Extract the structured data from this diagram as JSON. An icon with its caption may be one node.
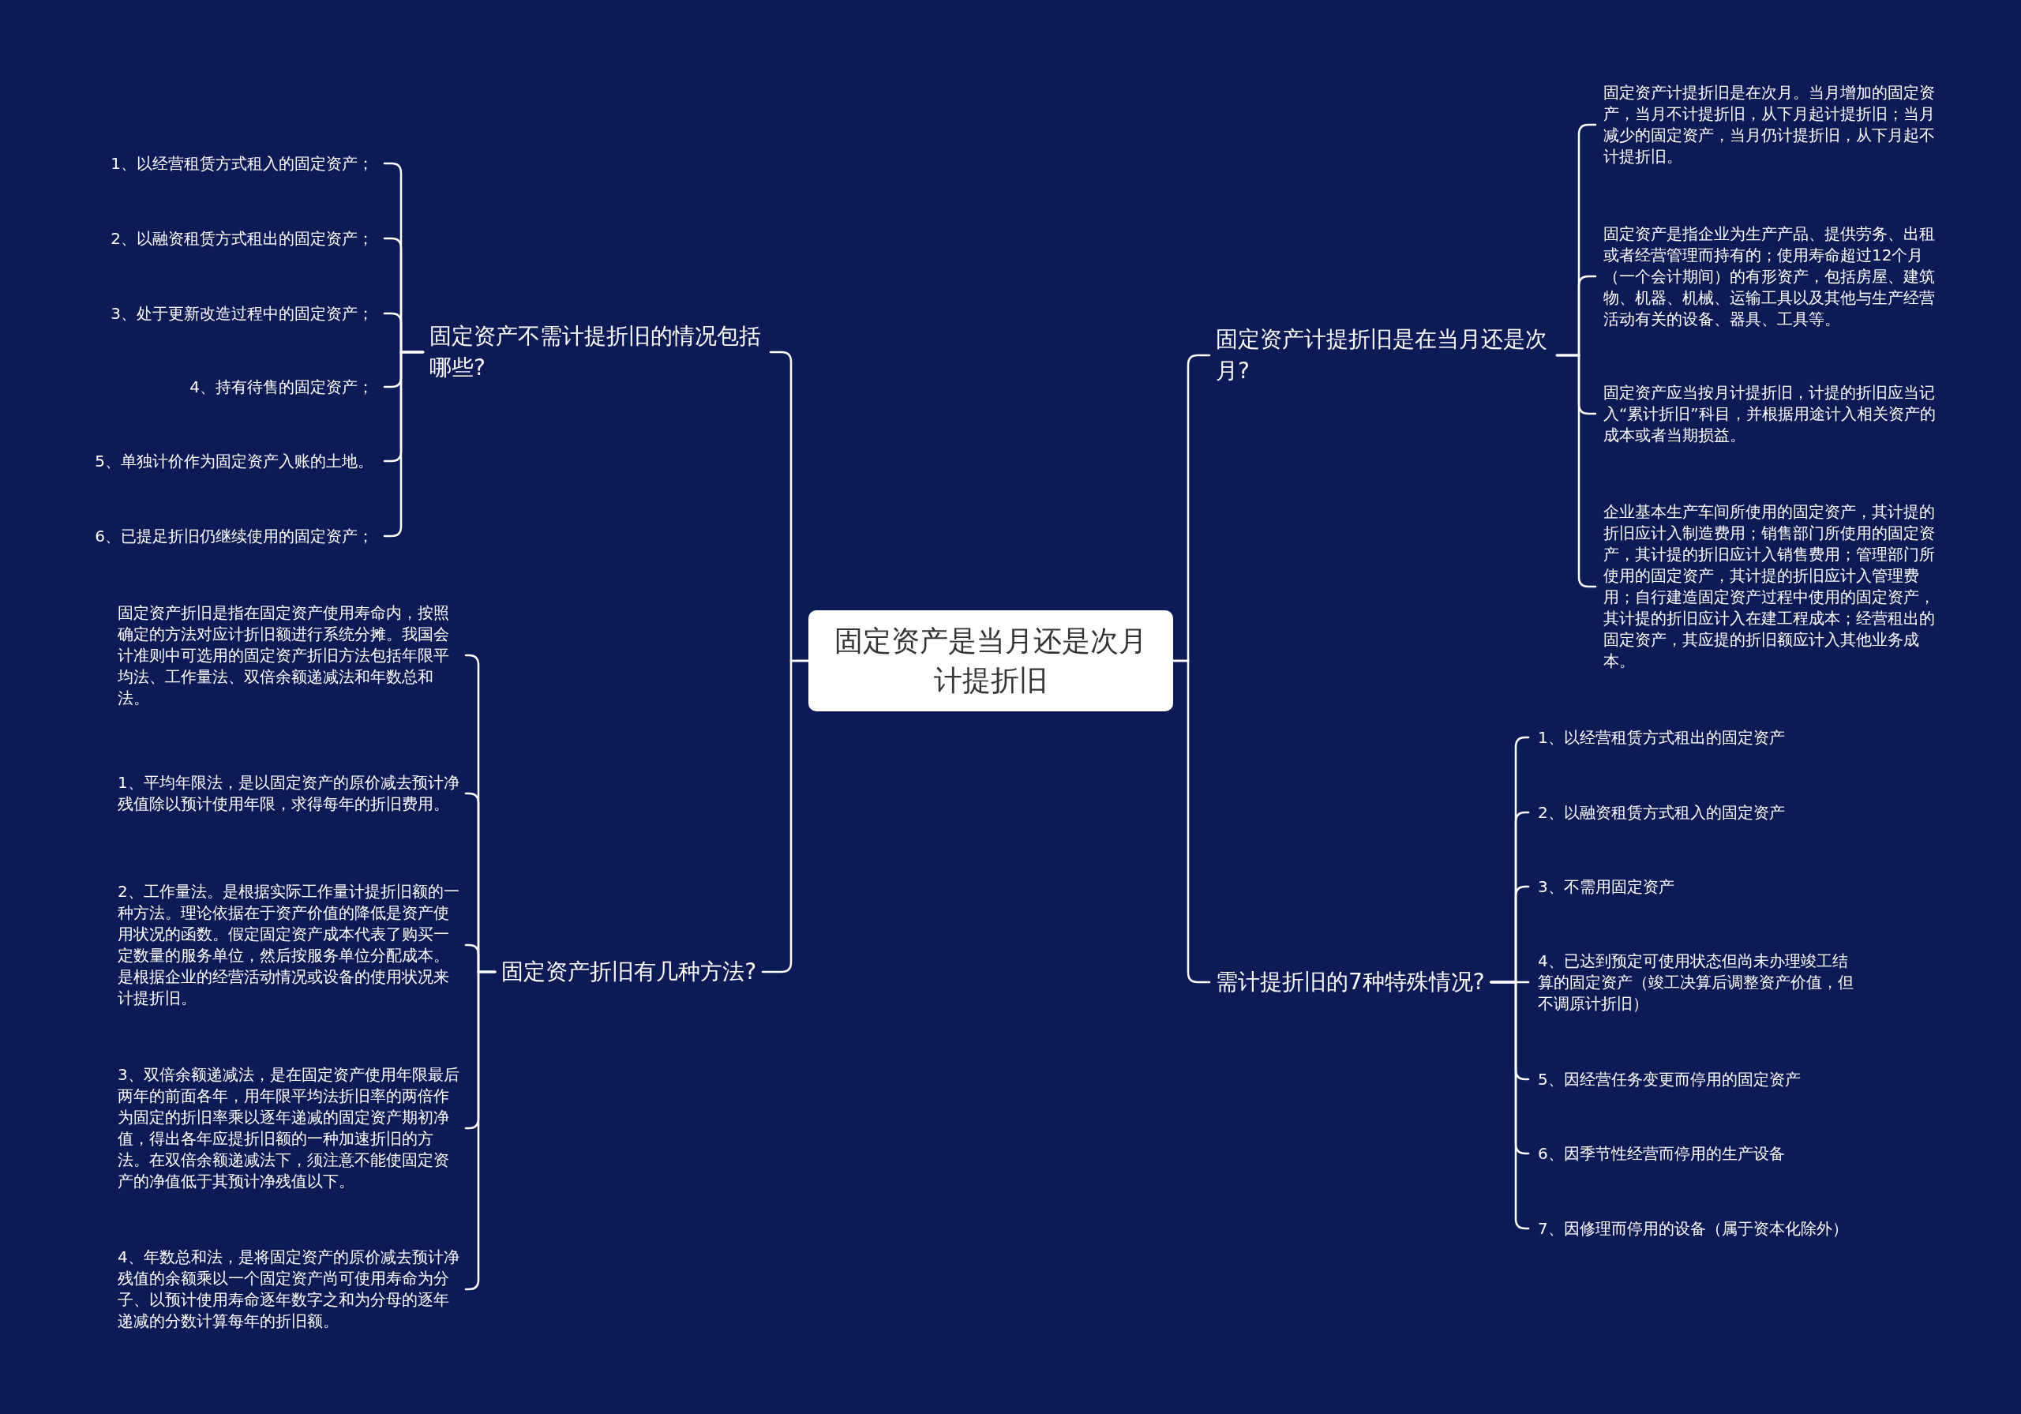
{
  "diagram": {
    "nodes": [
      {
        "text": [
          "固定资产是当月还是次月计提折旧"
        ]
      },
      {
        "text": [
          "固定资产不需计提折旧的情况包括哪些?"
        ]
      },
      {
        "text": [
          "1、以经营租赁方式租入的固定资产；"
        ]
      },
      {
        "text": [
          "2、以融资租赁方式租出的固定资产；"
        ]
      },
      {
        "text": [
          "3、处于更新改造过程中的固定资产；"
        ]
      },
      {
        "text": [
          "4、持有待售的固定资产；"
        ]
      },
      {
        "text": [
          "5、单独计价作为固定资产入账的土地。"
        ]
      },
      {
        "text": [
          "6、已提足折旧仍继续使用的固定资产；"
        ]
      },
      {
        "text": [
          "固定资产折旧有几种方法?"
        ]
      },
      {
        "text": [
          "固定资产折旧是指在固定资产使用寿命内，按照确定的方法对应计折旧额进行系统分摊。我国会计准则中可选用的固定资产折旧方法包括年限平均法、工作量法、双倍余额递减法和年数总和法。"
        ]
      },
      {
        "text": [
          "1、平均年限法，是以固定资产的原价减去预计净残值除以预计使用年限，求得每年的折旧费用。"
        ]
      },
      {
        "text": [
          "2、工作量法。是根据实际工作量计提折旧额的一种方法。理论依据在于资产价值的降低是资产使用状况的函数。假定固定资产成本代表了购买一定数量的服务单位，然后按服务单位分配成本。是根据企业的经营活动情况或设备的使用状况来计提折旧。"
        ]
      },
      {
        "text": [
          "3、双倍余额递减法，是在固定资产使用年限最后两年的前面各年，用年限平均法折旧率的两倍作为固定的折旧率乘以逐年递减的固定资产期初净值，得出各年应提折旧额的一种加速折旧的方法。在双倍余额递减法下，须注意不能使固定资产的净值低于其预计净残值以下。"
        ]
      },
      {
        "text": [
          "4、年数总和法，是将固定资产的原价减去预计净残值的余额乘以一个固定资产尚可使用寿命为分子、以预计使用寿命逐年数字之和为分母的逐年递减的分数计算每年的折旧额。"
        ]
      },
      {
        "text": [
          "固定资产计提折旧是在当月还是次月?"
        ]
      },
      {
        "text": [
          "固定资产计提折旧是在次月。当月增加的固定资产，当月不计提折旧，从下月起计提折旧；当月减少的固定资产，当月仍计提折旧，从下月起不计提折旧。"
        ]
      },
      {
        "text": [
          "固定资产是指企业为生产产品、提供劳务、出租或者经营管理而持有的；使用寿命超过12个月（一个会计期间）的有形资产，包括房屋、建筑物、机器、机械、运输工具以及其他与生产经营活动有关的设备、器具、工具等。"
        ]
      },
      {
        "text": [
          "固定资产应当按月计提折旧，计提的折旧应当记入“累计折旧”科目，并根据用途计入相关资产的成本或者当期损益。"
        ]
      },
      {
        "text": [
          "企业基本生产车间所使用的固定资产，其计提的折旧应计入制造费用；销售部门所使用的固定资产，其计提的折旧应计入销售费用；管理部门所使用的固定资产，其计提的折旧应计入管理费用；自行建造固定资产过程中使用的固定资产，其计提的折旧应计入在建工程成本；经营租出的固定资产，其应提的折旧额应计入其他业务成本。"
        ]
      },
      {
        "text": [
          "需计提折旧的7种特殊情况?"
        ]
      },
      {
        "text": [
          "1、以经营租赁方式租出的固定资产"
        ]
      },
      {
        "text": [
          "2、以融资租赁方式租入的固定资产"
        ]
      },
      {
        "text": [
          "3、不需用固定资产"
        ]
      },
      {
        "text": [
          "4、已达到预定可使用状态但尚未办理竣工结算的固定资产（竣工决算后调整资产价值，但不调原计折旧）"
        ]
      },
      {
        "text": [
          "5、因经营任务变更而停用的固定资产"
        ]
      },
      {
        "text": [
          "6、因季节性经营而停用的生产设备"
        ]
      },
      {
        "text": [
          "7、因修理而停用的设备（属于资本化除外）"
        ]
      }
    ],
    "edges": [
      {
        "from": 0,
        "to": 1,
        "arrow": "none"
      },
      {
        "from": 1,
        "to": 2,
        "arrow": "none"
      },
      {
        "from": 1,
        "to": 3,
        "arrow": "none"
      },
      {
        "from": 1,
        "to": 4,
        "arrow": "none"
      },
      {
        "from": 1,
        "to": 5,
        "arrow": "none"
      },
      {
        "from": 1,
        "to": 6,
        "arrow": "none"
      },
      {
        "from": 1,
        "to": 7,
        "arrow": "none"
      },
      {
        "from": 0,
        "to": 8,
        "arrow": "none"
      },
      {
        "from": 8,
        "to": 9,
        "arrow": "none"
      },
      {
        "from": 8,
        "to": 10,
        "arrow": "none"
      },
      {
        "from": 8,
        "to": 11,
        "arrow": "none"
      },
      {
        "from": 8,
        "to": 12,
        "arrow": "none"
      },
      {
        "from": 8,
        "to": 13,
        "arrow": "none"
      },
      {
        "from": 0,
        "to": 14,
        "arrow": "none"
      },
      {
        "from": 14,
        "to": 15,
        "arrow": "none"
      },
      {
        "from": 14,
        "to": 16,
        "arrow": "none"
      },
      {
        "from": 14,
        "to": 17,
        "arrow": "none"
      },
      {
        "from": 14,
        "to": 18,
        "arrow": "none"
      },
      {
        "from": 0,
        "to": 19,
        "arrow": "none"
      },
      {
        "from": 19,
        "to": 20,
        "arrow": "none"
      },
      {
        "from": 19,
        "to": 21,
        "arrow": "none"
      },
      {
        "from": 19,
        "to": 22,
        "arrow": "none"
      },
      {
        "from": 19,
        "to": 23,
        "arrow": "none"
      },
      {
        "from": 19,
        "to": 24,
        "arrow": "none"
      },
      {
        "from": 19,
        "to": 25,
        "arrow": "none"
      },
      {
        "from": 19,
        "to": 26,
        "arrow": "none"
      }
    ]
  }
}
